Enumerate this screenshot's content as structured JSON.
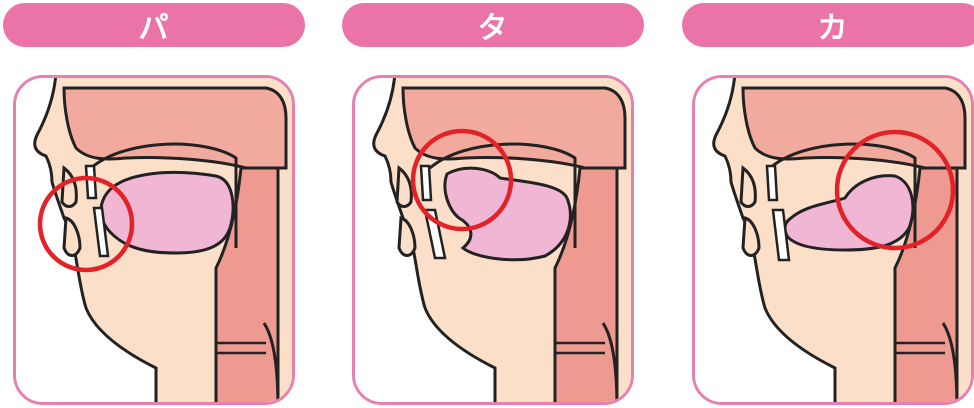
{
  "colors": {
    "pill": "#ea74a7",
    "frame_border": "#e77fb0",
    "skin": "#fbdfc9",
    "palate": "#f1aa9d",
    "tongue": "#f2b6d5",
    "throat": "#ee9a90",
    "outline": "#222222",
    "highlight_circle": "#e32228",
    "teeth": "#ffffff"
  },
  "panels": [
    {
      "label": "パ"
    },
    {
      "label": "タ"
    },
    {
      "label": "カ"
    }
  ]
}
